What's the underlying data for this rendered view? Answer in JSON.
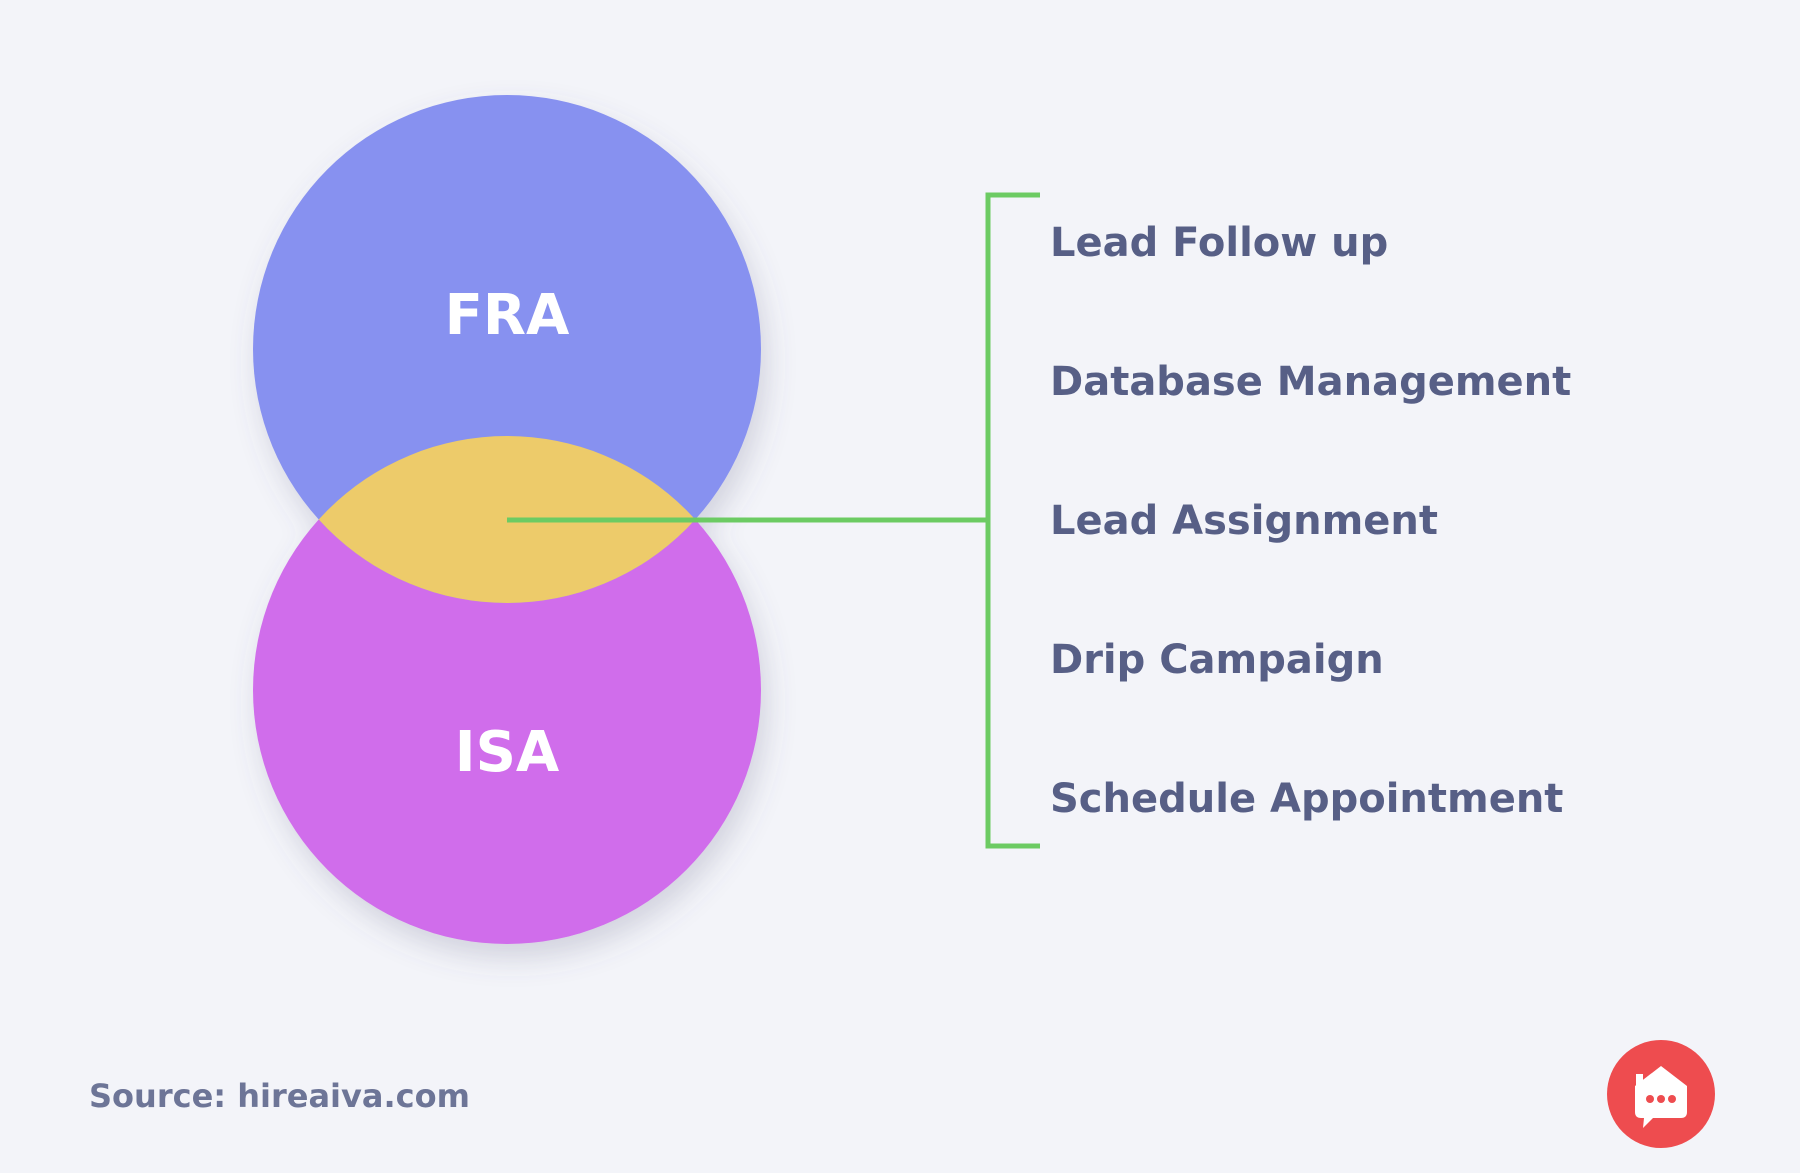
{
  "diagram": {
    "sets": [
      {
        "label": "FRA",
        "color": "#8791f0"
      },
      {
        "label": "ISA",
        "color": "#d06deb"
      }
    ],
    "overlap_color": "#edcb6a",
    "connector_color": "#6ccb63",
    "overlap_items": [
      "Lead Follow up",
      "Database Management",
      "Lead Assignment",
      "Drip Campaign",
      "Schedule Appointment"
    ]
  },
  "footer": {
    "source": "Source: hireaiva.com"
  },
  "brand": {
    "logo_icon": "chat-house-icon",
    "logo_color": "#ee4c4f"
  }
}
